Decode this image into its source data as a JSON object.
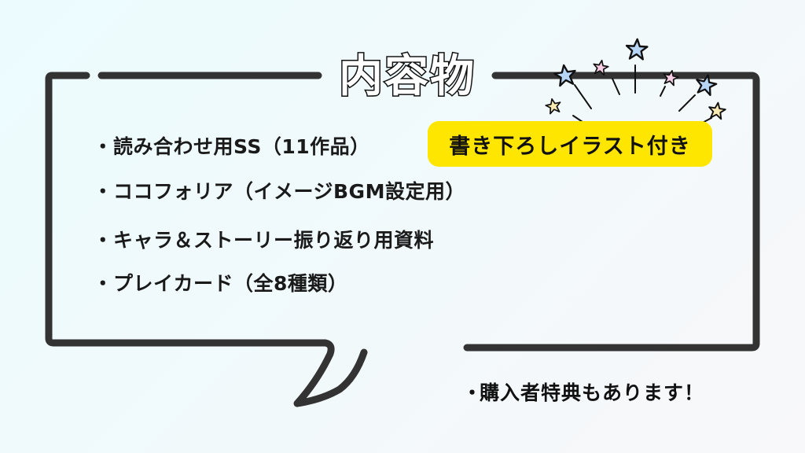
{
  "title": "内容物",
  "items": [
    {
      "bullet": "・",
      "label": "読み合わせ用SS（11作品）"
    },
    {
      "bullet": "・",
      "label": "ココフォリア（イメージBGM設定用）"
    },
    {
      "bullet": "・",
      "label": "キャラ＆ストーリー振り返り用資料"
    },
    {
      "bullet": "・",
      "label": "プレイカード（全8種類）"
    }
  ],
  "badge": {
    "label": "書き下ろしイラスト付き",
    "color": "#ffe600"
  },
  "bonus": {
    "bullet": "・",
    "label": "購入者特典もあります！"
  },
  "decorations": {
    "stars": [
      {
        "name": "blue-star",
        "color": "#b7d6f5"
      },
      {
        "name": "pink-star",
        "color": "#f6cde3"
      },
      {
        "name": "yellow-star",
        "color": "#f9eab2"
      }
    ],
    "bubble_stroke": "#333333",
    "background": [
      "#ecfcfe",
      "#f8f8fa"
    ]
  }
}
